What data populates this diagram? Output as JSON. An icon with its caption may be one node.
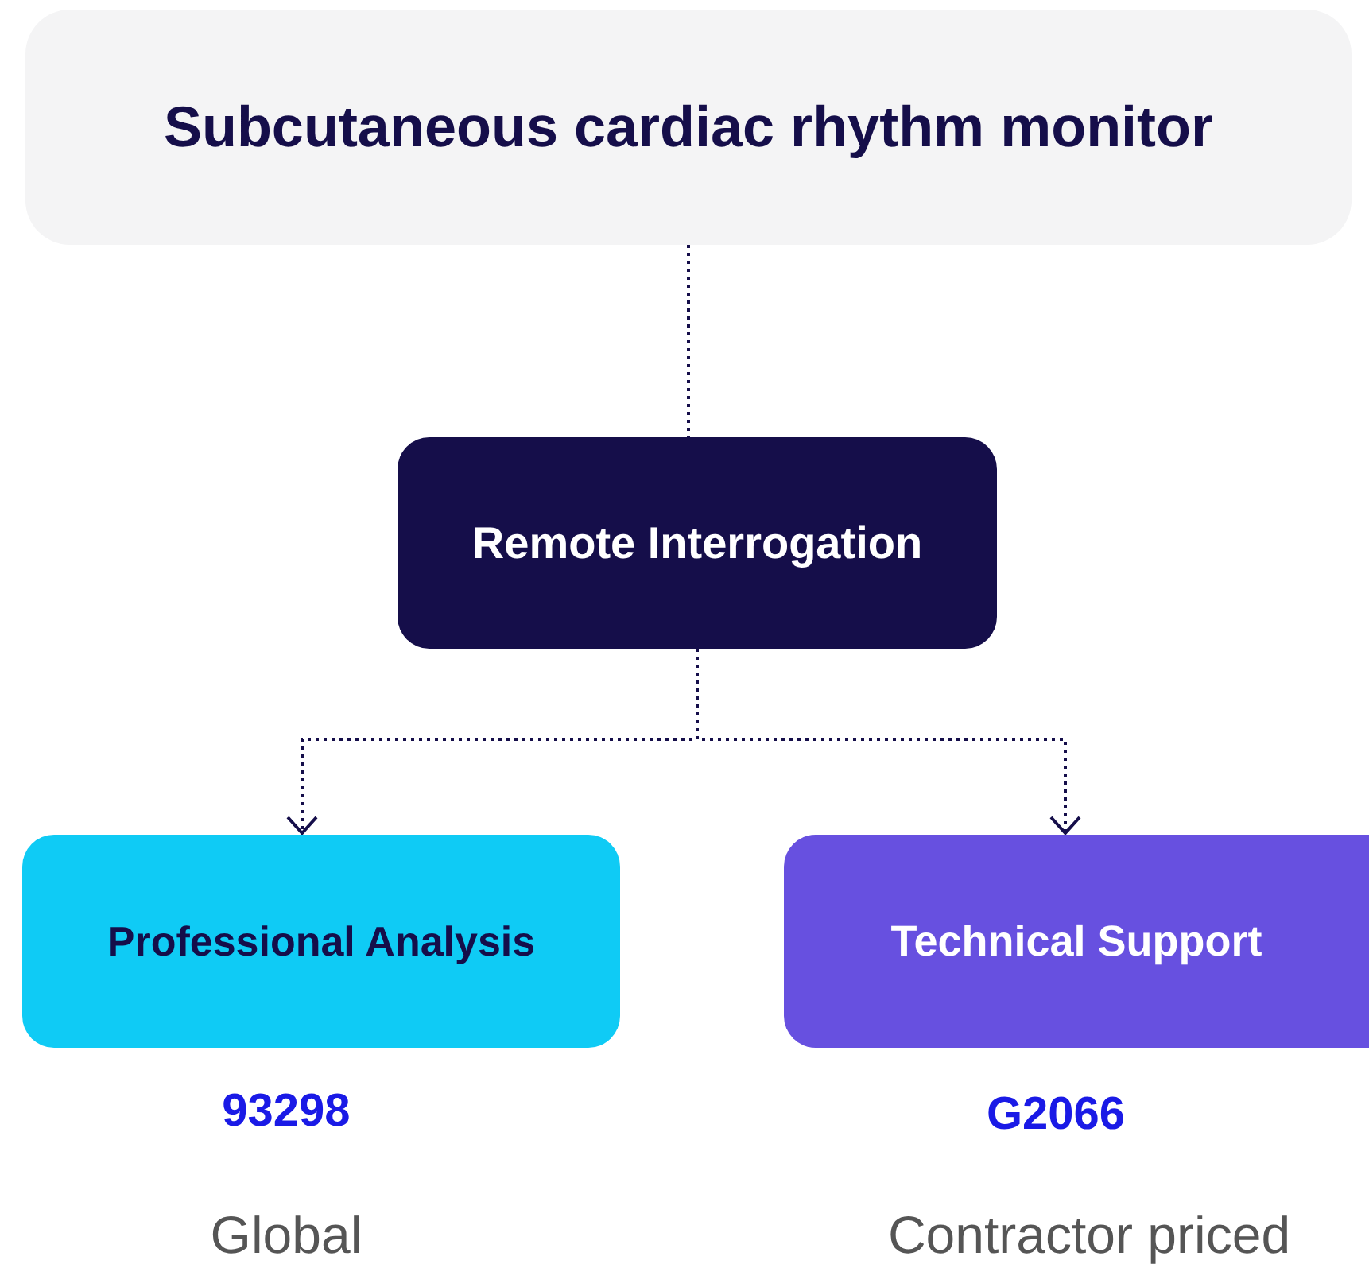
{
  "diagram": {
    "nodes": [
      {
        "text": [
          "Subcutaneous cardiac rhythm monitor"
        ]
      },
      {
        "text": [
          "Remote Interrogation"
        ]
      },
      {
        "text": [
          "Professional Analysis"
        ],
        "beside": [
          "93298",
          "Global"
        ]
      },
      {
        "text": [
          "Technical Support"
        ],
        "beside": [
          "G2066",
          "Contractor priced"
        ]
      }
    ],
    "edges": [
      {
        "from": 0,
        "to": 1,
        "arrow": "none",
        "style": "dashed"
      },
      {
        "from": 1,
        "to": 2,
        "arrow": "to",
        "style": "dashed"
      },
      {
        "from": 1,
        "to": 3,
        "arrow": "to",
        "style": "dashed"
      }
    ]
  }
}
